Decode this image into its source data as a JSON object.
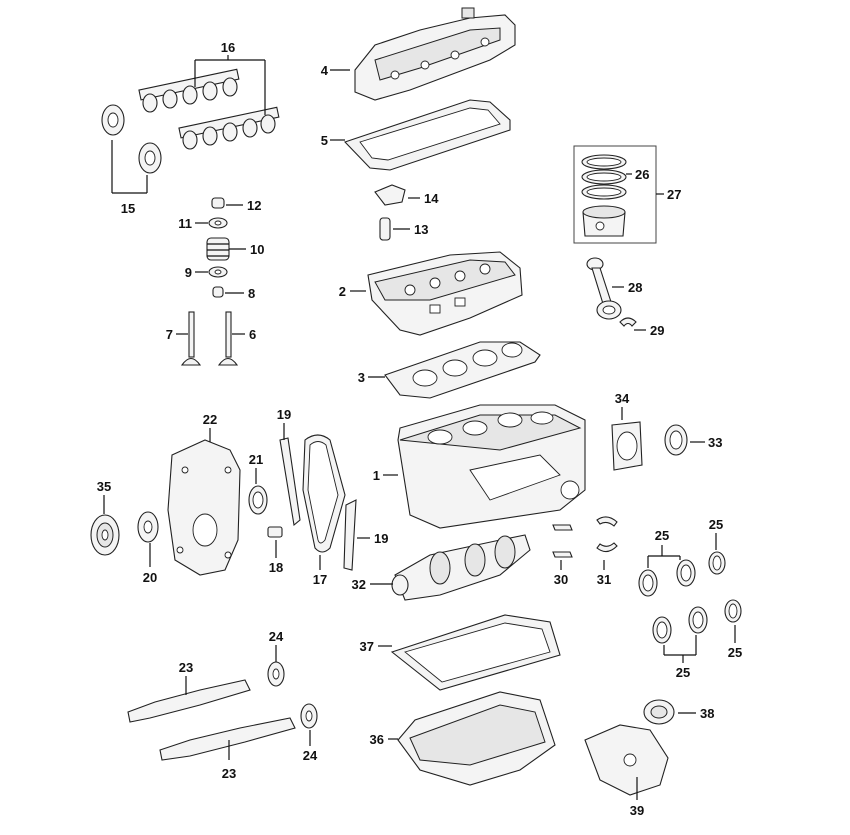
{
  "callouts": {
    "c1": "1",
    "c2": "2",
    "c3": "3",
    "c4": "4",
    "c5": "5",
    "c6": "6",
    "c7": "7",
    "c8": "8",
    "c9": "9",
    "c10": "10",
    "c11": "11",
    "c12": "12",
    "c13": "13",
    "c14": "14",
    "c15": "15",
    "c16": "16",
    "c17": "17",
    "c18": "18",
    "c19a": "19",
    "c19b": "19",
    "c20": "20",
    "c21": "21",
    "c22": "22",
    "c23a": "23",
    "c23b": "23",
    "c24a": "24",
    "c24b": "24",
    "c25a": "25",
    "c25b": "25",
    "c25c": "25",
    "c25d": "25",
    "c26": "26",
    "c27": "27",
    "c28": "28",
    "c29": "29",
    "c30": "30",
    "c31": "31",
    "c32": "32",
    "c33": "33",
    "c34": "34",
    "c35": "35",
    "c36": "36",
    "c37": "37",
    "c38": "38",
    "c39": "39"
  },
  "colors": {
    "line": "#111111",
    "part_fill": "#f4f4f4",
    "background": "#ffffff"
  }
}
